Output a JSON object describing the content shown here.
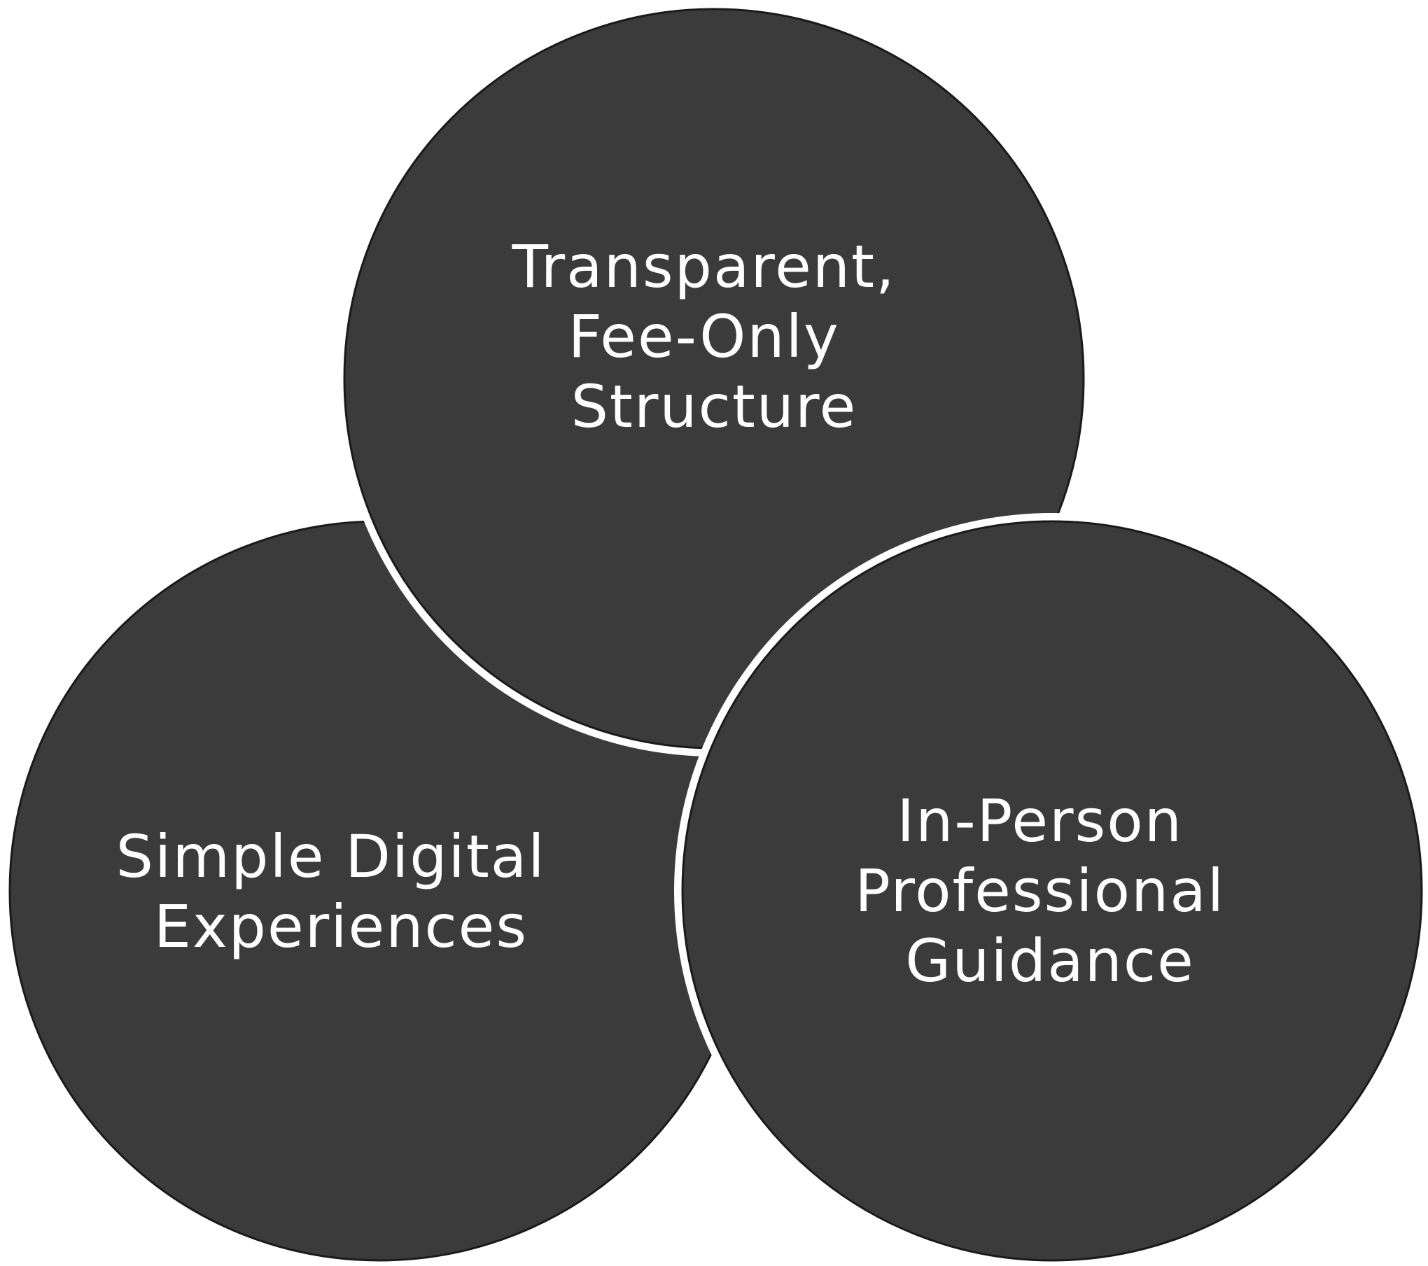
{
  "colors": {
    "background": "#ffffff",
    "circle_fill": "#3b3b3b",
    "separator": "#ffffff",
    "label_text": "#ffffff"
  },
  "circles": [
    {
      "id": "top",
      "lines": [
        "Transparent,",
        "Fee-Only",
        "Structure"
      ]
    },
    {
      "id": "left",
      "lines": [
        "Simple Digital",
        "Experiences"
      ]
    },
    {
      "id": "right",
      "lines": [
        "In-Person",
        "Professional",
        "Guidance"
      ]
    }
  ]
}
